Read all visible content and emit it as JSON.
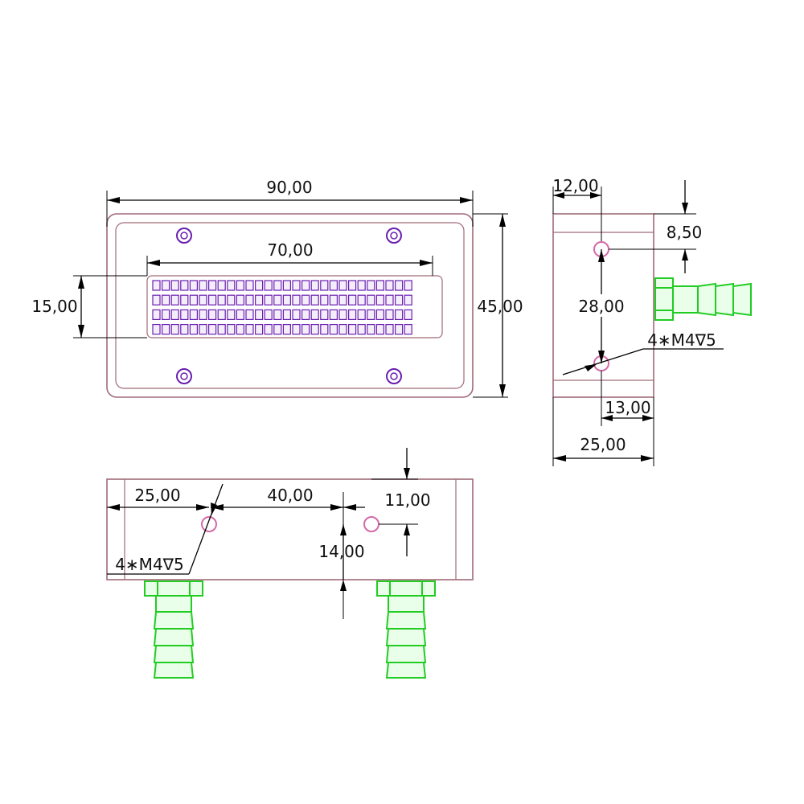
{
  "front_view": {
    "width_dim": "90,00",
    "height_dim": "45,00",
    "led_length_dim": "70,00",
    "led_height_dim": "15,00"
  },
  "side_view": {
    "top_offset_dim": "12,00",
    "hole_top_dim": "8,50",
    "hole_spacing_dim": "28,00",
    "thread_note": "4∗M4∇5",
    "fitting_offset_dim": "13,00",
    "depth_dim": "25,00"
  },
  "bottom_view": {
    "edge_offset_dim": "25,00",
    "hole_spacing_dim": "40,00",
    "hole_top_dim": "11,00",
    "fitting_offset_dim": "14,00",
    "thread_note": "4∗M4∇5"
  }
}
